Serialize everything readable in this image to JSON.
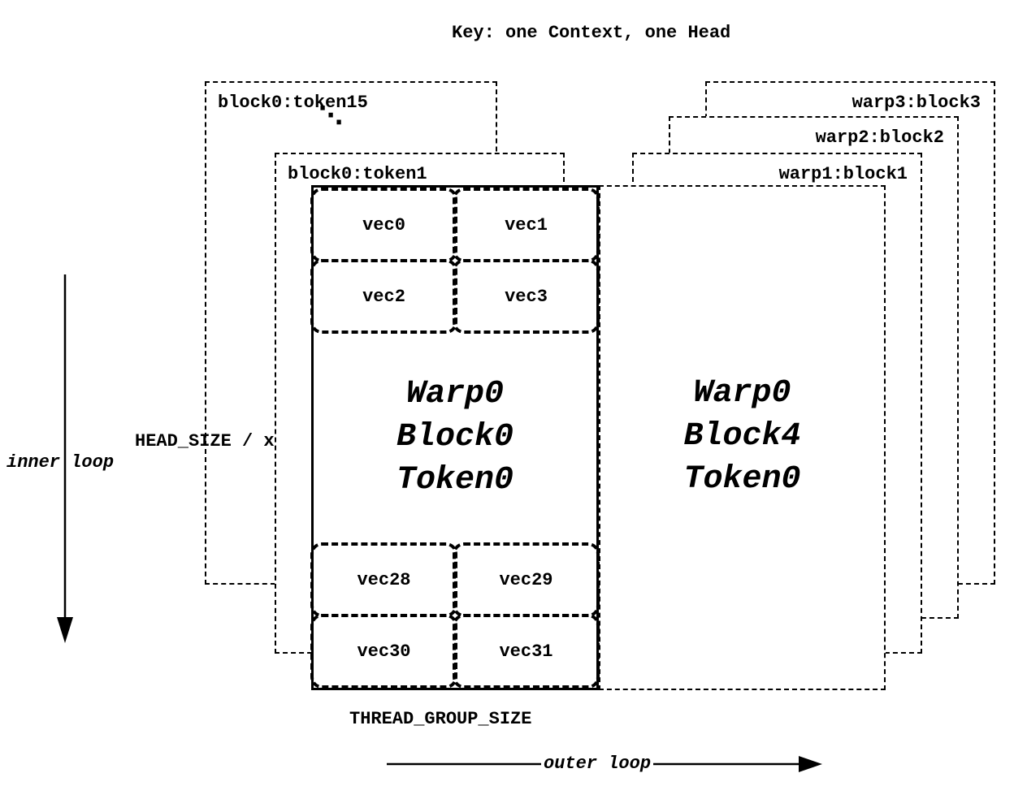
{
  "title": "Key: one Context, one Head",
  "left_stack": {
    "outer_box_label": "block0:token15",
    "ellipsis": "⋱",
    "inner_box_label": "block0:token1"
  },
  "right_stack": {
    "warp3_label": "warp3:block3",
    "warp2_label": "warp2:block2",
    "warp1_label": "warp1:block1"
  },
  "main_block": {
    "vecs_top": [
      "vec0",
      "vec1",
      "vec2",
      "vec3"
    ],
    "vecs_bottom": [
      "vec28",
      "vec29",
      "vec30",
      "vec31"
    ],
    "lines": [
      "Warp0",
      "Block0",
      "Token0"
    ]
  },
  "right_block": {
    "lines": [
      "Warp0",
      "Block4",
      "Token0"
    ]
  },
  "labels": {
    "head_size": "HEAD_SIZE / x",
    "inner_loop": "inner loop",
    "thread_group_size": "THREAD_GROUP_SIZE",
    "outer_loop": "outer loop"
  },
  "colors": {
    "ink": "#000000",
    "background": "#ffffff"
  }
}
